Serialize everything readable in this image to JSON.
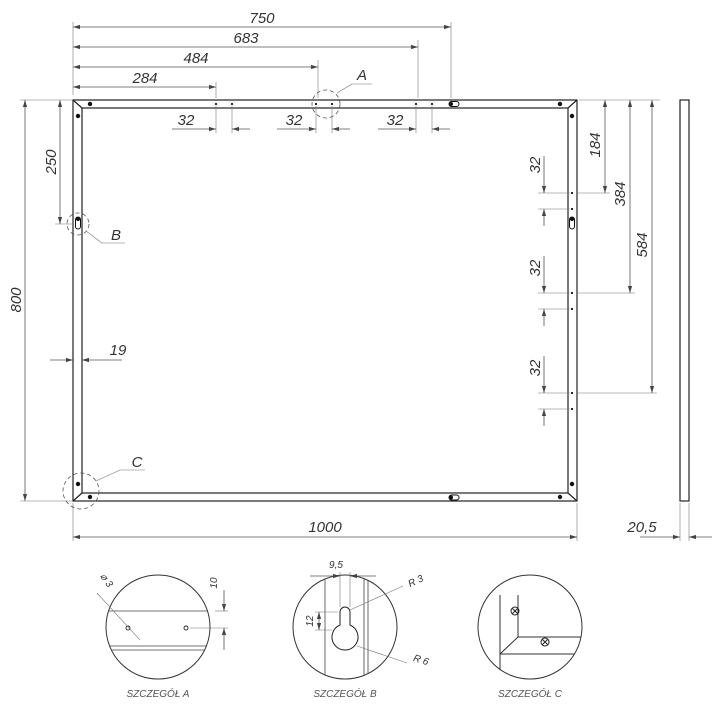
{
  "dimensions": {
    "top": [
      "750",
      "683",
      "484",
      "284"
    ],
    "hole_spacing": "32",
    "height": "800",
    "left_hole": "250",
    "border": "19",
    "width": "1000",
    "thickness": "20,5",
    "right": [
      "184",
      "384",
      "584"
    ]
  },
  "detail_labels": {
    "a": "A",
    "b": "B",
    "c": "C"
  },
  "details": {
    "a": {
      "caption": "SZCZEGÓŁ A",
      "diameter": "⌀ 3",
      "offset": "10"
    },
    "b": {
      "caption": "SZCZEGÓŁ B",
      "slot_width": "9,5",
      "slot_length": "12",
      "radius_small": "R 3",
      "radius_large": "R 6"
    },
    "c": {
      "caption": "SZCZEGÓŁ C"
    }
  }
}
